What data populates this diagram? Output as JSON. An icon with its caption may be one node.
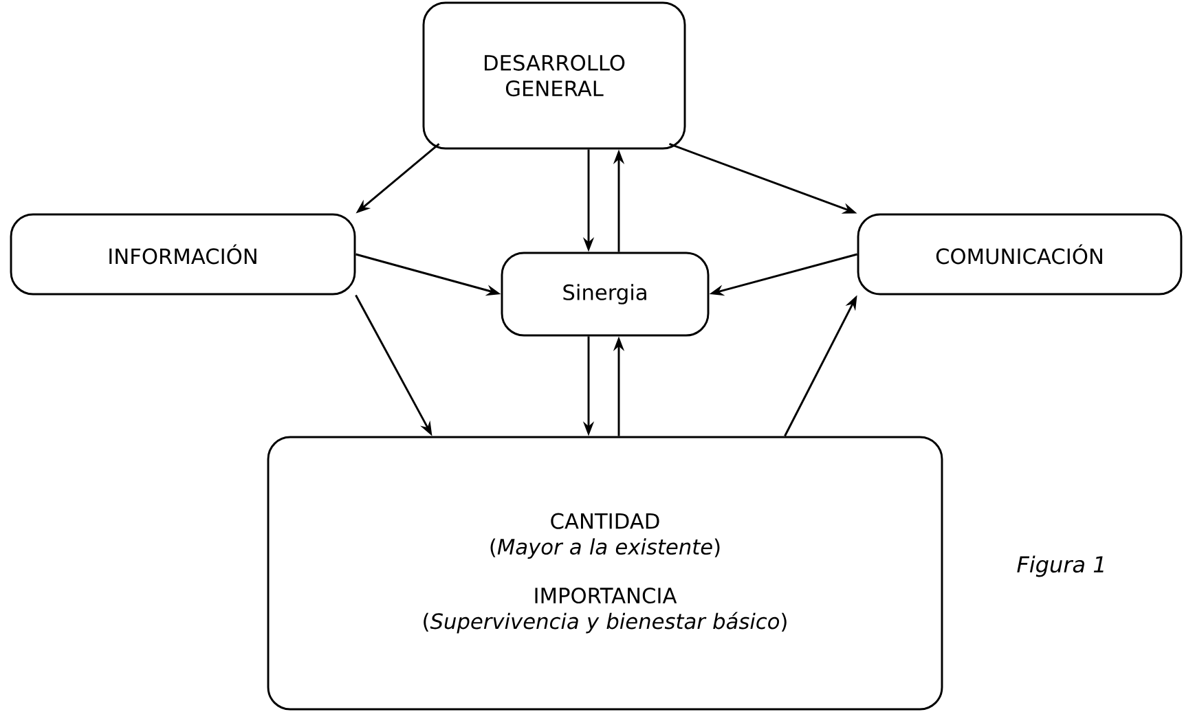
{
  "diagram": {
    "nodes": [
      {
        "text": [
          "DESARROLLO GENERAL"
        ]
      },
      {
        "text": [
          "INFORMACIÓN"
        ]
      },
      {
        "text": [
          "Sinergia"
        ]
      },
      {
        "text": [
          "COMUNICACIÓN"
        ]
      },
      {
        "text": [
          "CANTIDAD",
          "(*Mayor a la existente*)",
          "IMPORTANCIA",
          "(*Supervivencia y bienestar básico*)"
        ]
      }
    ],
    "edges": [
      {
        "from": 0,
        "to": 1,
        "arrow": "to"
      },
      {
        "from": 0,
        "to": 3,
        "arrow": "to"
      },
      {
        "from": 1,
        "to": 2,
        "arrow": "to"
      },
      {
        "from": 3,
        "to": 2,
        "arrow": "to"
      },
      {
        "from": 1,
        "to": 4,
        "arrow": "to"
      },
      {
        "from": 4,
        "to": 3,
        "arrow": "to"
      },
      {
        "from": 0,
        "to": 2,
        "arrow": "to"
      },
      {
        "from": 2,
        "to": 0,
        "arrow": "to"
      },
      {
        "from": 4,
        "to": 2,
        "arrow": "to"
      },
      {
        "from": 2,
        "to": 4,
        "arrow": "to"
      }
    ],
    "labels": [
      "Figura 1"
    ]
  }
}
